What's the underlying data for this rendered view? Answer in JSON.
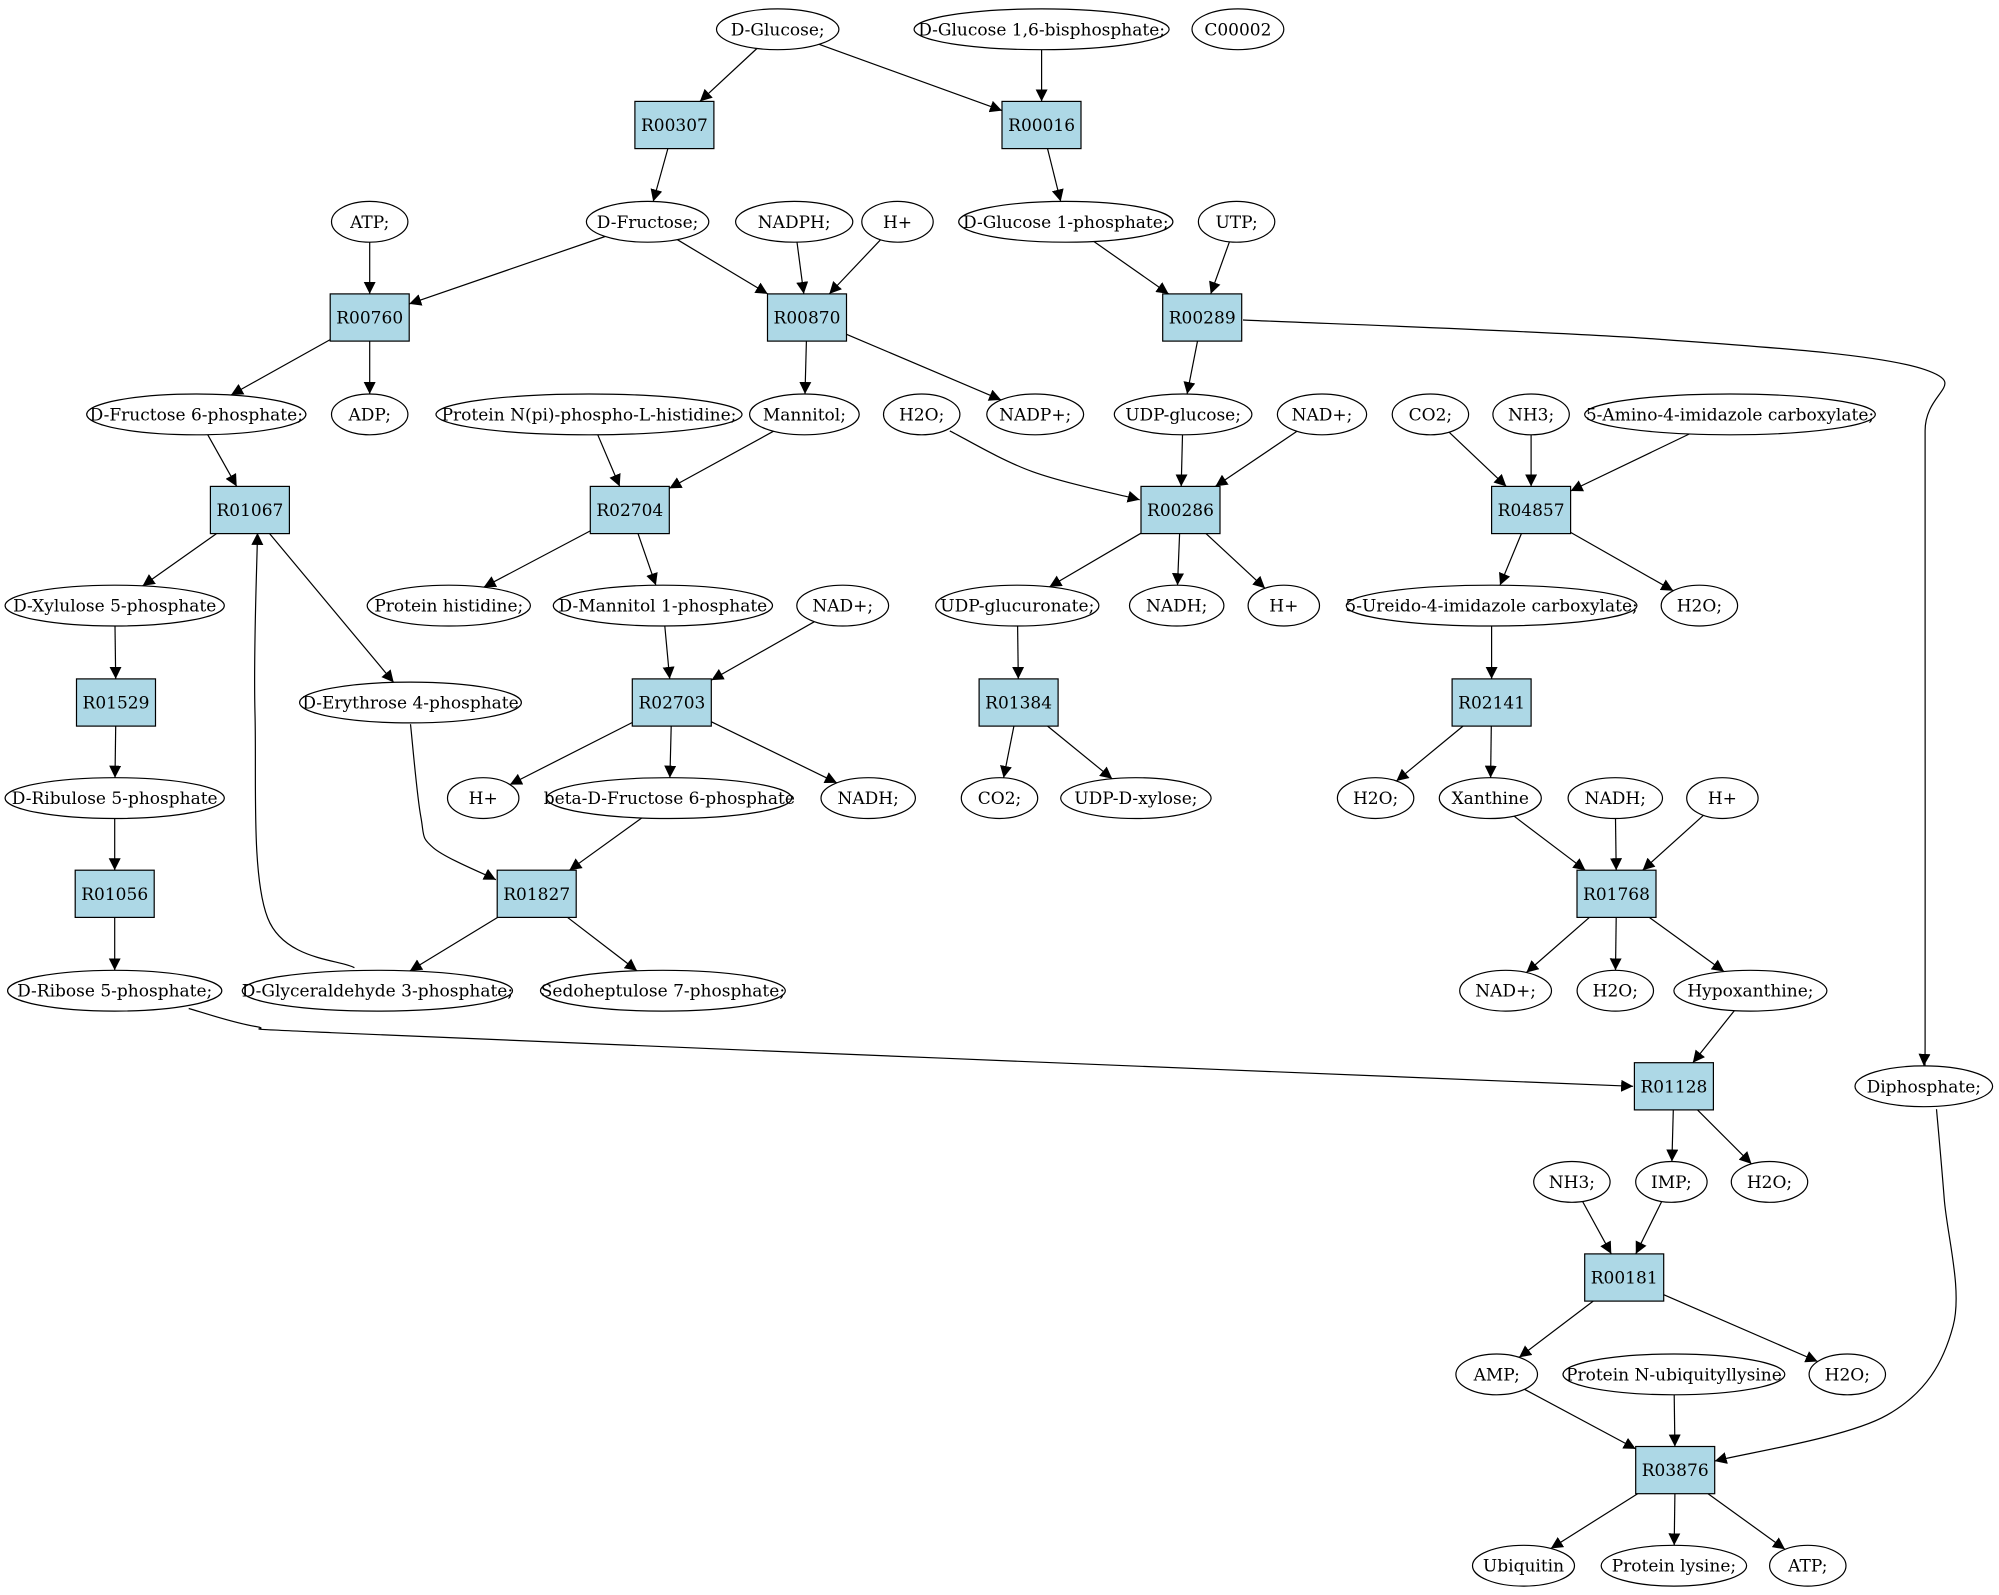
{
  "colors": {
    "reaction_fill": "#add8e6",
    "metabolite_fill": "#ffffff",
    "start_fill": "#00ee00",
    "highlight_fill": "#ffff00"
  },
  "nodes": [
    {
      "id": "glc",
      "label": "D-Glucose;",
      "kind": "metabolite",
      "fill": "#00ee00"
    },
    {
      "id": "g16bp",
      "label": "D-Glucose 1,6-bisphosphate;",
      "kind": "metabolite"
    },
    {
      "id": "c2",
      "label": "C00002",
      "kind": "metabolite",
      "fill": "#ffff00"
    },
    {
      "id": "R00307",
      "label": "R00307",
      "kind": "reaction"
    },
    {
      "id": "R00016",
      "label": "R00016",
      "kind": "reaction"
    },
    {
      "id": "atp1",
      "label": "ATP;",
      "kind": "metabolite"
    },
    {
      "id": "fru",
      "label": "D-Fructose;",
      "kind": "metabolite"
    },
    {
      "id": "nadph",
      "label": "NADPH;",
      "kind": "metabolite"
    },
    {
      "id": "hp1",
      "label": "H+",
      "kind": "metabolite"
    },
    {
      "id": "g1p",
      "label": "D-Glucose 1-phosphate;",
      "kind": "metabolite"
    },
    {
      "id": "utp",
      "label": "UTP;",
      "kind": "metabolite"
    },
    {
      "id": "R00760",
      "label": "R00760",
      "kind": "reaction"
    },
    {
      "id": "R00870",
      "label": "R00870",
      "kind": "reaction"
    },
    {
      "id": "R00289",
      "label": "R00289",
      "kind": "reaction"
    },
    {
      "id": "f6p",
      "label": "D-Fructose 6-phosphate;",
      "kind": "metabolite"
    },
    {
      "id": "adp",
      "label": "ADP;",
      "kind": "metabolite"
    },
    {
      "id": "pnhis",
      "label": "Protein N(pi)-phospho-L-histidine;",
      "kind": "metabolite"
    },
    {
      "id": "mannitol",
      "label": "Mannitol;",
      "kind": "metabolite"
    },
    {
      "id": "h2o1",
      "label": "H2O;",
      "kind": "metabolite"
    },
    {
      "id": "nadp",
      "label": "NADP+;",
      "kind": "metabolite"
    },
    {
      "id": "udpglc",
      "label": "UDP-glucose;",
      "kind": "metabolite"
    },
    {
      "id": "nad1",
      "label": "NAD+;",
      "kind": "metabolite"
    },
    {
      "id": "co2a",
      "label": "CO2;",
      "kind": "metabolite"
    },
    {
      "id": "nh3a",
      "label": "NH3;",
      "kind": "metabolite"
    },
    {
      "id": "aica",
      "label": "5-Amino-4-imidazole carboxylate;",
      "kind": "metabolite"
    },
    {
      "id": "R01067",
      "label": "R01067",
      "kind": "reaction"
    },
    {
      "id": "R02704",
      "label": "R02704",
      "kind": "reaction"
    },
    {
      "id": "R00286",
      "label": "R00286",
      "kind": "reaction"
    },
    {
      "id": "R04857",
      "label": "R04857",
      "kind": "reaction"
    },
    {
      "id": "xu5p",
      "label": "D-Xylulose 5-phosphate",
      "kind": "metabolite"
    },
    {
      "id": "phis",
      "label": "Protein histidine;",
      "kind": "metabolite"
    },
    {
      "id": "m1p",
      "label": "D-Mannitol 1-phosphate",
      "kind": "metabolite"
    },
    {
      "id": "nad2",
      "label": "NAD+;",
      "kind": "metabolite"
    },
    {
      "id": "udpgluc",
      "label": "UDP-glucuronate;",
      "kind": "metabolite"
    },
    {
      "id": "nadh1",
      "label": "NADH;",
      "kind": "metabolite"
    },
    {
      "id": "hp2",
      "label": "H+",
      "kind": "metabolite"
    },
    {
      "id": "uica",
      "label": "5-Ureido-4-imidazole carboxylate;",
      "kind": "metabolite"
    },
    {
      "id": "h2o2",
      "label": "H2O;",
      "kind": "metabolite"
    },
    {
      "id": "R01529",
      "label": "R01529",
      "kind": "reaction"
    },
    {
      "id": "e4p",
      "label": "D-Erythrose 4-phosphate",
      "kind": "metabolite"
    },
    {
      "id": "R02703",
      "label": "R02703",
      "kind": "reaction"
    },
    {
      "id": "R01384",
      "label": "R01384",
      "kind": "reaction"
    },
    {
      "id": "R02141",
      "label": "R02141",
      "kind": "reaction"
    },
    {
      "id": "ru5p",
      "label": "D-Ribulose 5-phosphate",
      "kind": "metabolite"
    },
    {
      "id": "hp3",
      "label": "H+",
      "kind": "metabolite"
    },
    {
      "id": "bf6p",
      "label": "beta-D-Fructose 6-phosphate",
      "kind": "metabolite"
    },
    {
      "id": "nadh2",
      "label": "NADH;",
      "kind": "metabolite"
    },
    {
      "id": "co2b",
      "label": "CO2;",
      "kind": "metabolite"
    },
    {
      "id": "udpxyl",
      "label": "UDP-D-xylose;",
      "kind": "metabolite"
    },
    {
      "id": "h2o3",
      "label": "H2O;",
      "kind": "metabolite"
    },
    {
      "id": "xan",
      "label": "Xanthine",
      "kind": "metabolite"
    },
    {
      "id": "nadh3",
      "label": "NADH;",
      "kind": "metabolite"
    },
    {
      "id": "hp4",
      "label": "H+",
      "kind": "metabolite"
    },
    {
      "id": "R01056",
      "label": "R01056",
      "kind": "reaction"
    },
    {
      "id": "R01827",
      "label": "R01827",
      "kind": "reaction"
    },
    {
      "id": "R01768",
      "label": "R01768",
      "kind": "reaction"
    },
    {
      "id": "r5p",
      "label": "D-Ribose 5-phosphate;",
      "kind": "metabolite"
    },
    {
      "id": "gap",
      "label": "D-Glyceraldehyde 3-phosphate;",
      "kind": "metabolite"
    },
    {
      "id": "s7p",
      "label": "Sedoheptulose 7-phosphate;",
      "kind": "metabolite"
    },
    {
      "id": "nad3",
      "label": "NAD+;",
      "kind": "metabolite"
    },
    {
      "id": "h2o4",
      "label": "H2O;",
      "kind": "metabolite"
    },
    {
      "id": "hyp",
      "label": "Hypoxanthine;",
      "kind": "metabolite"
    },
    {
      "id": "R01128",
      "label": "R01128",
      "kind": "reaction"
    },
    {
      "id": "ppi",
      "label": "Diphosphate;",
      "kind": "metabolite"
    },
    {
      "id": "nh3b",
      "label": "NH3;",
      "kind": "metabolite"
    },
    {
      "id": "imp",
      "label": "IMP;",
      "kind": "metabolite"
    },
    {
      "id": "h2o5",
      "label": "H2O;",
      "kind": "metabolite"
    },
    {
      "id": "R00181",
      "label": "R00181",
      "kind": "reaction"
    },
    {
      "id": "amp",
      "label": "AMP;",
      "kind": "metabolite"
    },
    {
      "id": "pnub",
      "label": "Protein N-ubiquityllysine",
      "kind": "metabolite"
    },
    {
      "id": "h2o6",
      "label": "H2O;",
      "kind": "metabolite"
    },
    {
      "id": "R03876",
      "label": "R03876",
      "kind": "reaction"
    },
    {
      "id": "ubq",
      "label": "Ubiquitin",
      "kind": "metabolite"
    },
    {
      "id": "plys",
      "label": "Protein lysine;",
      "kind": "metabolite"
    },
    {
      "id": "atp2",
      "label": "ATP;",
      "kind": "metabolite"
    }
  ],
  "edges": [
    [
      "glc",
      "R00307"
    ],
    [
      "glc",
      "R00016"
    ],
    [
      "g16bp",
      "R00016"
    ],
    [
      "R00307",
      "fru"
    ],
    [
      "R00016",
      "g1p"
    ],
    [
      "atp1",
      "R00760"
    ],
    [
      "fru",
      "R00760"
    ],
    [
      "fru",
      "R00870"
    ],
    [
      "nadph",
      "R00870"
    ],
    [
      "hp1",
      "R00870"
    ],
    [
      "g1p",
      "R00289"
    ],
    [
      "utp",
      "R00289"
    ],
    [
      "R00760",
      "f6p"
    ],
    [
      "R00760",
      "adp"
    ],
    [
      "R00870",
      "mannitol"
    ],
    [
      "R00870",
      "nadp"
    ],
    [
      "R00289",
      "udpglc"
    ],
    [
      "R00289",
      "ppi"
    ],
    [
      "f6p",
      "R01067"
    ],
    [
      "pnhis",
      "R02704"
    ],
    [
      "mannitol",
      "R02704"
    ],
    [
      "h2o1",
      "R00286"
    ],
    [
      "udpglc",
      "R00286"
    ],
    [
      "nad1",
      "R00286"
    ],
    [
      "co2a",
      "R04857"
    ],
    [
      "nh3a",
      "R04857"
    ],
    [
      "aica",
      "R04857"
    ],
    [
      "R01067",
      "xu5p"
    ],
    [
      "R01067",
      "e4p"
    ],
    [
      "R02704",
      "phis"
    ],
    [
      "R02704",
      "m1p"
    ],
    [
      "R00286",
      "udpgluc"
    ],
    [
      "R00286",
      "nadh1"
    ],
    [
      "R00286",
      "hp2"
    ],
    [
      "R04857",
      "uica"
    ],
    [
      "R04857",
      "h2o2"
    ],
    [
      "xu5p",
      "R01529"
    ],
    [
      "m1p",
      "R02703"
    ],
    [
      "nad2",
      "R02703"
    ],
    [
      "udpgluc",
      "R01384"
    ],
    [
      "uica",
      "R02141"
    ],
    [
      "R01529",
      "ru5p"
    ],
    [
      "R02703",
      "hp3"
    ],
    [
      "R02703",
      "bf6p"
    ],
    [
      "R02703",
      "nadh2"
    ],
    [
      "R01384",
      "co2b"
    ],
    [
      "R01384",
      "udpxyl"
    ],
    [
      "R02141",
      "h2o3"
    ],
    [
      "R02141",
      "xan"
    ],
    [
      "ru5p",
      "R01056"
    ],
    [
      "e4p",
      "R01827"
    ],
    [
      "bf6p",
      "R01827"
    ],
    [
      "xan",
      "R01768"
    ],
    [
      "nadh3",
      "R01768"
    ],
    [
      "hp4",
      "R01768"
    ],
    [
      "R01056",
      "r5p"
    ],
    [
      "R01827",
      "gap"
    ],
    [
      "R01827",
      "s7p"
    ],
    [
      "gap",
      "R01067"
    ],
    [
      "R01768",
      "nad3"
    ],
    [
      "R01768",
      "h2o4"
    ],
    [
      "R01768",
      "hyp"
    ],
    [
      "r5p",
      "R01128"
    ],
    [
      "hyp",
      "R01128"
    ],
    [
      "R01128",
      "imp"
    ],
    [
      "R01128",
      "h2o5"
    ],
    [
      "nh3b",
      "R00181"
    ],
    [
      "imp",
      "R00181"
    ],
    [
      "R00181",
      "amp"
    ],
    [
      "R00181",
      "h2o6"
    ],
    [
      "amp",
      "R03876"
    ],
    [
      "pnub",
      "R03876"
    ],
    [
      "ppi",
      "R03876"
    ],
    [
      "R03876",
      "ubq"
    ],
    [
      "R03876",
      "plys"
    ],
    [
      "R03876",
      "atp2"
    ]
  ]
}
